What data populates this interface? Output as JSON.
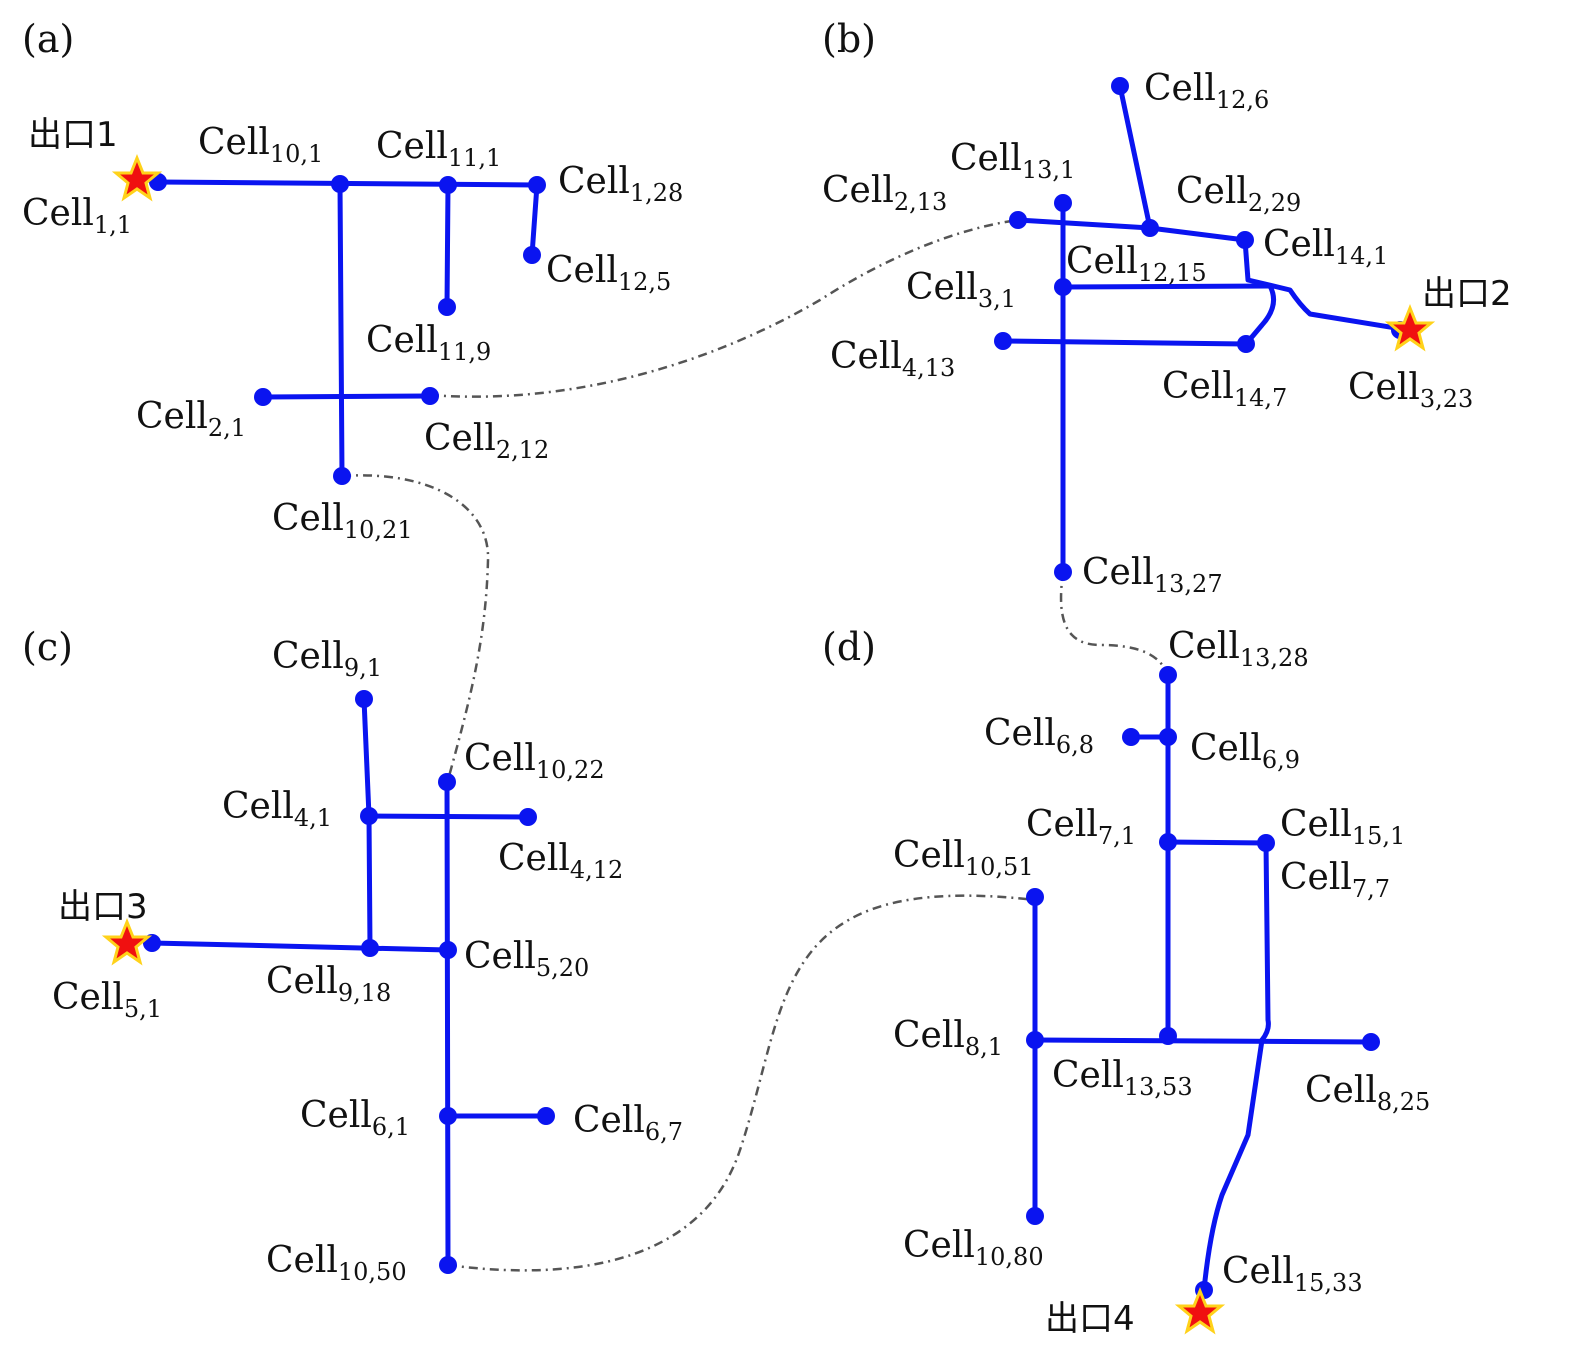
{
  "panels": [
    {
      "id": "a",
      "label": "(a)"
    },
    {
      "id": "b",
      "label": "(b)"
    },
    {
      "id": "c",
      "label": "(c)"
    },
    {
      "id": "d",
      "label": "(d)"
    }
  ],
  "exits": [
    {
      "id": "e1",
      "label": "出口1"
    },
    {
      "id": "e2",
      "label": "出口2"
    },
    {
      "id": "e3",
      "label": "出口3"
    },
    {
      "id": "e4",
      "label": "出口4"
    }
  ],
  "cells": [
    {
      "id": "c1_1",
      "base": "Cell",
      "sub": "1,1"
    },
    {
      "id": "c10_1",
      "base": "Cell",
      "sub": "10,1"
    },
    {
      "id": "c11_1",
      "base": "Cell",
      "sub": "11,1"
    },
    {
      "id": "c1_28",
      "base": "Cell",
      "sub": "1,28"
    },
    {
      "id": "c12_5",
      "base": "Cell",
      "sub": "12,5"
    },
    {
      "id": "c11_9",
      "base": "Cell",
      "sub": "11,9"
    },
    {
      "id": "c2_1",
      "base": "Cell",
      "sub": "2,1"
    },
    {
      "id": "c2_12",
      "base": "Cell",
      "sub": "2,12"
    },
    {
      "id": "c10_21",
      "base": "Cell",
      "sub": "10,21"
    },
    {
      "id": "c12_6",
      "base": "Cell",
      "sub": "12,6"
    },
    {
      "id": "c13_1",
      "base": "Cell",
      "sub": "13,1"
    },
    {
      "id": "c2_13",
      "base": "Cell",
      "sub": "2,13"
    },
    {
      "id": "c2_29",
      "base": "Cell",
      "sub": "2,29"
    },
    {
      "id": "c14_1",
      "base": "Cell",
      "sub": "14,1"
    },
    {
      "id": "c12_15",
      "base": "Cell",
      "sub": "12,15"
    },
    {
      "id": "c3_1",
      "base": "Cell",
      "sub": "3,1"
    },
    {
      "id": "c4_13",
      "base": "Cell",
      "sub": "4,13"
    },
    {
      "id": "c14_7",
      "base": "Cell",
      "sub": "14,7"
    },
    {
      "id": "c3_23",
      "base": "Cell",
      "sub": "3,23"
    },
    {
      "id": "c13_27",
      "base": "Cell",
      "sub": "13,27"
    },
    {
      "id": "c9_1",
      "base": "Cell",
      "sub": "9,1"
    },
    {
      "id": "c10_22",
      "base": "Cell",
      "sub": "10,22"
    },
    {
      "id": "c4_1",
      "base": "Cell",
      "sub": "4,1"
    },
    {
      "id": "c4_12",
      "base": "Cell",
      "sub": "4,12"
    },
    {
      "id": "c5_1",
      "base": "Cell",
      "sub": "5,1"
    },
    {
      "id": "c9_18",
      "base": "Cell",
      "sub": "9,18"
    },
    {
      "id": "c5_20",
      "base": "Cell",
      "sub": "5,20"
    },
    {
      "id": "c6_1",
      "base": "Cell",
      "sub": "6,1"
    },
    {
      "id": "c6_7",
      "base": "Cell",
      "sub": "6,7"
    },
    {
      "id": "c10_50",
      "base": "Cell",
      "sub": "10,50"
    },
    {
      "id": "c13_28",
      "base": "Cell",
      "sub": "13,28"
    },
    {
      "id": "c6_8",
      "base": "Cell",
      "sub": "6,8"
    },
    {
      "id": "c6_9",
      "base": "Cell",
      "sub": "6,9"
    },
    {
      "id": "c7_1",
      "base": "Cell",
      "sub": "7,1"
    },
    {
      "id": "c15_1",
      "base": "Cell",
      "sub": "15,1"
    },
    {
      "id": "c7_7",
      "base": "Cell",
      "sub": "7,7"
    },
    {
      "id": "c10_51",
      "base": "Cell",
      "sub": "10,51"
    },
    {
      "id": "c8_1",
      "base": "Cell",
      "sub": "8,1"
    },
    {
      "id": "c13_53",
      "base": "Cell",
      "sub": "13,53"
    },
    {
      "id": "c8_25",
      "base": "Cell",
      "sub": "8,25"
    },
    {
      "id": "c10_80",
      "base": "Cell",
      "sub": "10,80"
    },
    {
      "id": "c15_33",
      "base": "Cell",
      "sub": "15,33"
    }
  ],
  "colors": {
    "path": "#0a14f0",
    "connector": "#555555",
    "exit_fill": "#f01010",
    "exit_glow": "#ffd21a"
  }
}
